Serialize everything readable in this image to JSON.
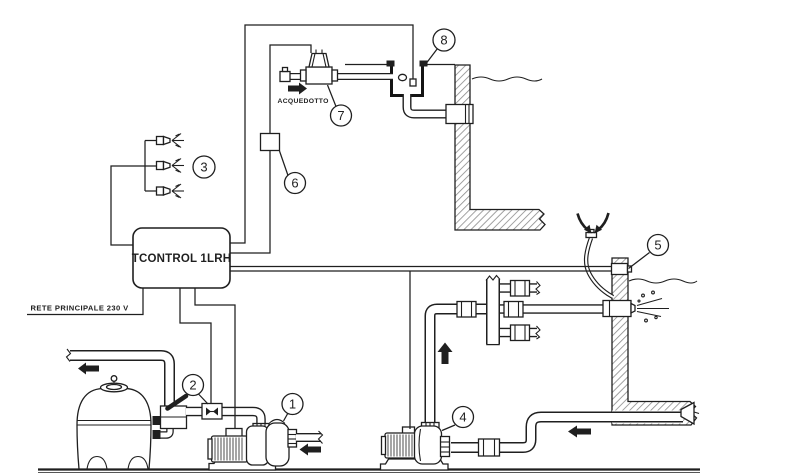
{
  "diagram": {
    "controller_label": "TCONTROL 1LRH",
    "labels": {
      "water_supply": "ACQUEDOTTO",
      "mains": "RETE  PRINCIPALE 230 V"
    },
    "callouts": [
      "1",
      "2",
      "3",
      "4",
      "5",
      "6",
      "7",
      "8"
    ],
    "colors": {
      "line": "#1f1f1f",
      "background": "#ffffff",
      "wall_hatch": "#8a8a8a"
    }
  }
}
